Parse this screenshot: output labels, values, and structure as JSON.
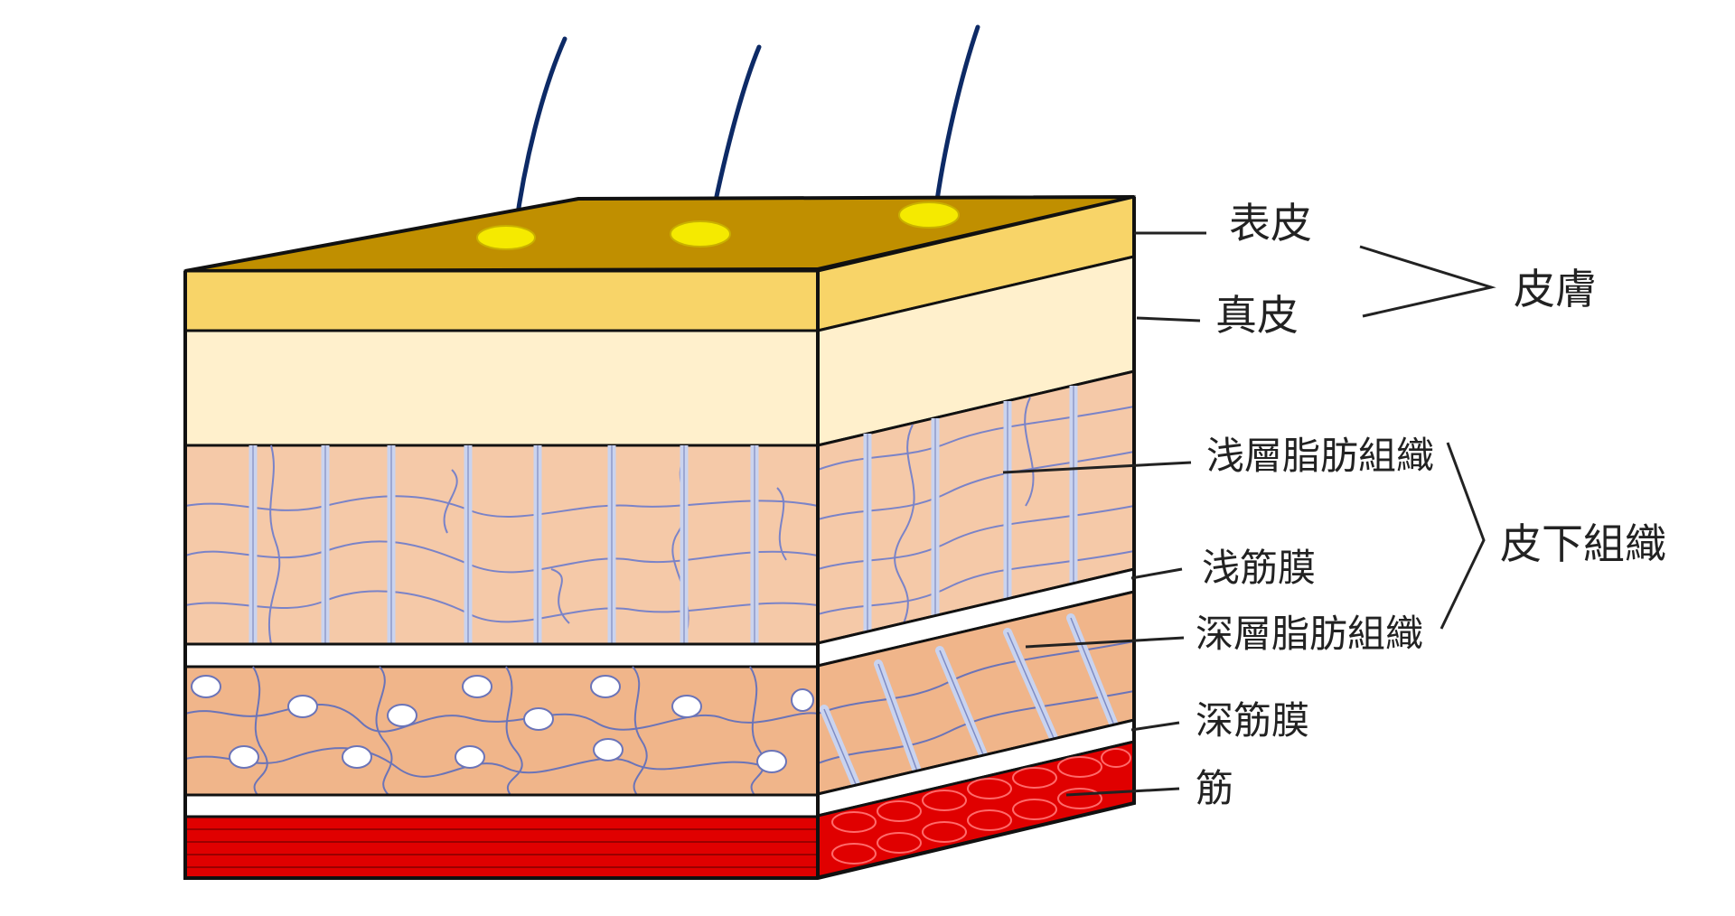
{
  "labels": {
    "epidermis": "表皮",
    "dermis": "真皮",
    "skin": "皮膚",
    "superficial_fat": "浅層脂肪組織",
    "superficial_fascia": "浅筋膜",
    "deep_fat": "深層脂肪組織",
    "deep_fascia": "深筋膜",
    "muscle": "筋",
    "subcutaneous": "皮下組織"
  },
  "colors": {
    "epidermis_top": "#c08f00",
    "epidermis_side": "#f8d468",
    "dermis": "#fff0cc",
    "superficial_fat": "#f5c9a8",
    "deep_fat": "#f0b58a",
    "fascia": "#ffffff",
    "muscle": "#e00000",
    "hair": "#0d2a66",
    "follicle": "#f5ea00",
    "septa": "#c9d3ef",
    "lobule_line": "#7a83c8"
  }
}
